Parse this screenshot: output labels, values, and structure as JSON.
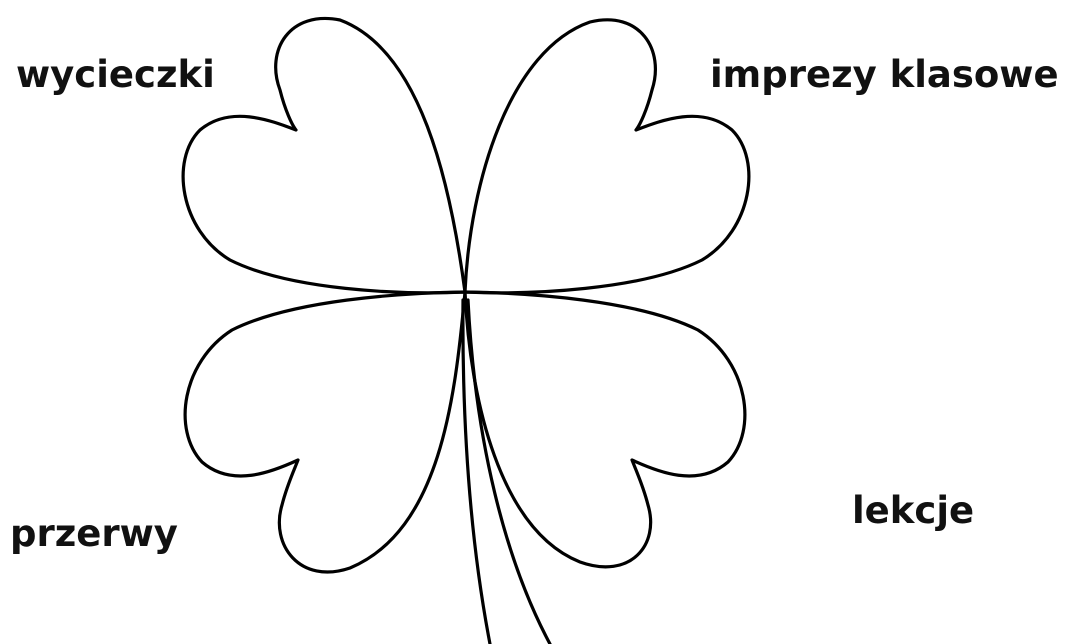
{
  "labels": {
    "top_left": "wycieczki",
    "top_right": "imprezy klasowe",
    "bottom_left": "przerwy",
    "bottom_right": "lekcje"
  },
  "colors": {
    "background": "#ffffff",
    "outline": "#000000",
    "text": "#111111"
  },
  "shape": "four-leaf-clover-outline"
}
